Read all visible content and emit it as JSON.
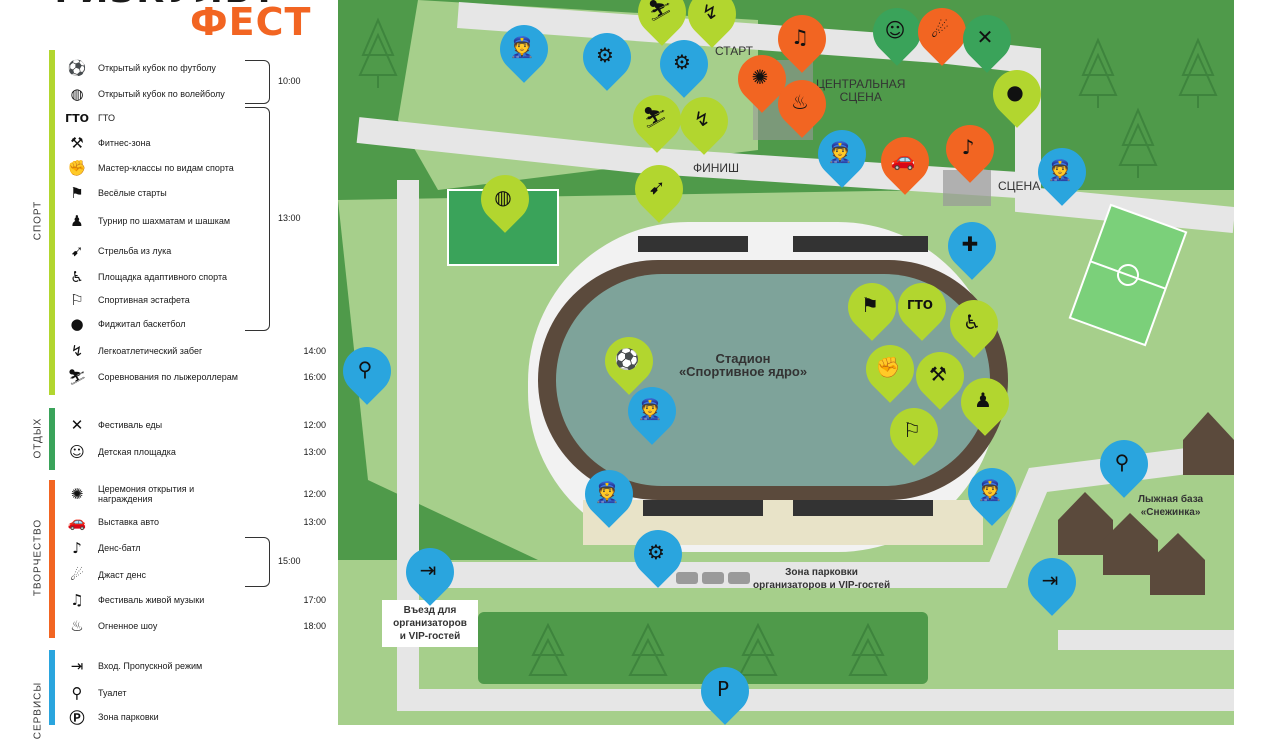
{
  "brand": {
    "top_text": "ФИЗКУЛЬТ",
    "main_text": "ФЕСТ"
  },
  "legend": {
    "categories": [
      {
        "name": "Спорт",
        "color": "#b2d62f"
      },
      {
        "name": "Отдых",
        "color": "#3aa35a"
      },
      {
        "name": "Творчество",
        "color": "#f26522"
      },
      {
        "name": "Сервисы",
        "color": "#2aa5de"
      }
    ],
    "sport_items": [
      {
        "icon": "football-icon",
        "label": "Открытый кубок по футболу"
      },
      {
        "icon": "volleyball-icon",
        "label": "Открытый кубок по волейболу"
      },
      {
        "icon": "gto-icon",
        "label": "ГТО"
      },
      {
        "icon": "dumbbell-icon",
        "label": "Фитнес-зона"
      },
      {
        "icon": "muscle-icon",
        "label": "Мастер-классы по видам спорта"
      },
      {
        "icon": "running-icon",
        "label": "Весёлые старты"
      },
      {
        "icon": "chess-icon",
        "label": "Турнир по шахматам и шашкам"
      },
      {
        "icon": "archery-icon",
        "label": "Стрельба из лука"
      },
      {
        "icon": "wheelchair-icon",
        "label": "Площадка адаптивного спорта"
      },
      {
        "icon": "relay-icon",
        "label": "Спортивная эстафета"
      },
      {
        "icon": "basketball-icon",
        "label": "Фиджитал баскетбол"
      },
      {
        "icon": "athletics-icon",
        "label": "Легкоатлетический забег"
      },
      {
        "icon": "rollerski-icon",
        "label": "Соревнования по лыжероллерам"
      }
    ],
    "sport_times": {
      "football_volleyball": "10:00",
      "group": "13:00",
      "athletics": "14:00",
      "rollerski": "16:00"
    },
    "rest_items": [
      {
        "icon": "food-icon",
        "label": "Фестиваль еды",
        "time": "12:00"
      },
      {
        "icon": "kids-icon",
        "label": "Детская площадка",
        "time": "13:00"
      }
    ],
    "creative_items": [
      {
        "icon": "ceremony-icon",
        "label": "Церемония открытия и награждения",
        "time": "12:00"
      },
      {
        "icon": "car-icon",
        "label": "Выставка авто",
        "time": "13:00"
      },
      {
        "icon": "dance-icon",
        "label": "Денс-батл",
        "time": ""
      },
      {
        "icon": "jazz-icon",
        "label": "Джаст денс",
        "time": ""
      },
      {
        "icon": "music-icon",
        "label": "Фестиваль живой музыки",
        "time": "17:00"
      },
      {
        "icon": "fire-icon",
        "label": "Огненное шоу",
        "time": "18:00"
      }
    ],
    "dance_time": "15:00",
    "service_items": [
      {
        "icon": "entrance-icon",
        "label": "Вход. Пропускной режим"
      },
      {
        "icon": "toilet-icon",
        "label": "Туалет"
      },
      {
        "icon": "parking-icon",
        "label": "Зона парковки"
      }
    ]
  },
  "map": {
    "labels": {
      "start": "СТАРТ",
      "finish": "ФИНИШ",
      "central_stage": "ЦЕНТРАЛЬНАЯ\nСЦЕНА",
      "stage": "СЦЕНА",
      "stadium": "Стадион\n«Спортивное ядро»",
      "ski_base": "Лыжная база\n«Снежинка»",
      "parking_zone": "Зона парковки\nорганизаторов и VIP-гостей",
      "entry": "Въезд для\nорганизаторов\nи VIP-гостей"
    },
    "glyphs": {
      "gto": "ГТО",
      "parking": "P"
    },
    "colors": {
      "sport": "#b2d62f",
      "rest": "#3aa35a",
      "creative": "#f26522",
      "service": "#2aa5de",
      "park": "#4f9a4a",
      "lawn": "#a6cf8b",
      "road": "#e6e6e6",
      "track": "#5b4a3c",
      "field": "#7ea39a"
    }
  }
}
